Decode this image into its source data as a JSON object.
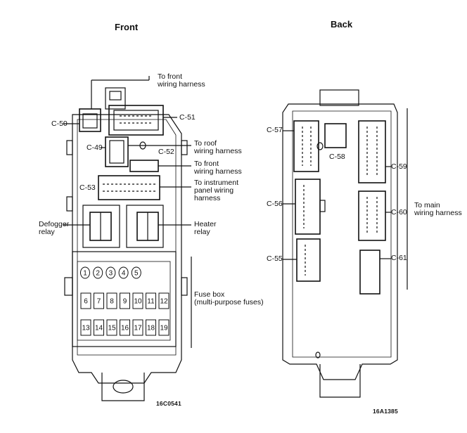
{
  "titles": {
    "front": "Front",
    "back": "Back"
  },
  "front_labels": {
    "to_front_wiring_harness_top": "To front\nwiring harness",
    "c50": "C-50",
    "c51": "C-51",
    "c49": "C-49",
    "c52": "C-52",
    "to_roof_wiring_harness": "To roof\nwiring harness",
    "to_front_wiring_harness": "To front\nwiring harness",
    "c53": "C-53",
    "to_instrument_panel": "To instrument\npanel wiring\nharness",
    "defogger_relay": "Defogger\nrelay",
    "heater_relay": "Heater\nrelay",
    "fuse_box": "Fuse box\n(multi-purpose fuses)"
  },
  "back_labels": {
    "c57": "C-57",
    "c58": "C-58",
    "c59": "C-59",
    "c56": "C-56",
    "c60": "C-60",
    "to_main_wiring_harness": "To main\nwiring harness",
    "c55": "C-55",
    "c61": "C-61"
  },
  "fuses": {
    "row1": [
      "1",
      "2",
      "3",
      "4",
      "5"
    ],
    "row2": [
      "6",
      "7",
      "8",
      "9",
      "10",
      "11",
      "12"
    ],
    "row3": [
      "13",
      "14",
      "15",
      "16",
      "17",
      "18",
      "19"
    ]
  },
  "codes": {
    "front": "16C0541",
    "back": "16A1385"
  }
}
